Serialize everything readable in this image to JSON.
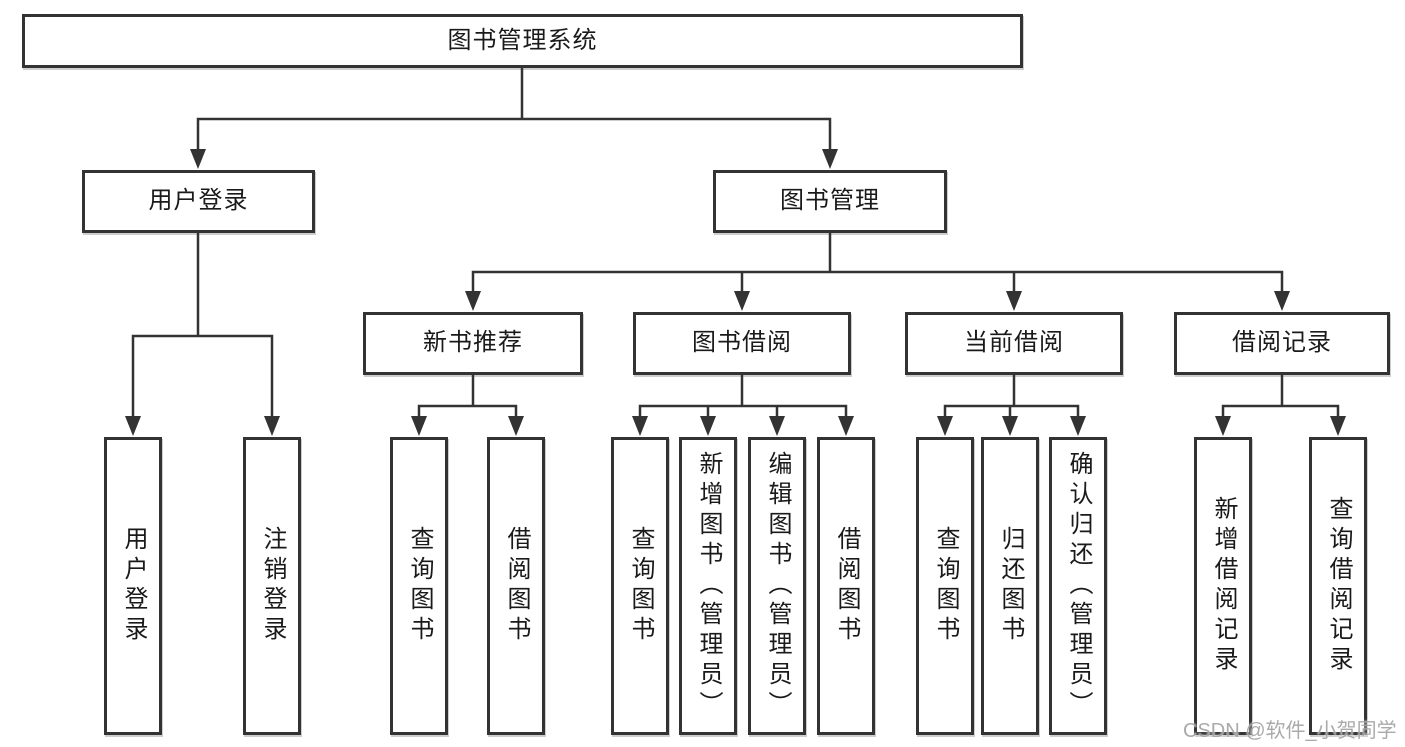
{
  "tree": {
    "root": "图书管理系统",
    "branches": [
      {
        "label": "用户登录",
        "children": [
          "用户登录",
          "注销登录"
        ]
      },
      {
        "label": "图书管理",
        "groups": [
          {
            "label": "新书推荐",
            "children": [
              "查询图书",
              "借阅图书"
            ]
          },
          {
            "label": "图书借阅",
            "children": [
              "查询图书",
              "新增图书（管理员）",
              "编辑图书（管理员）",
              "借阅图书"
            ]
          },
          {
            "label": "当前借阅",
            "children": [
              "查询图书",
              "归还图书",
              "确认归还（管理员）"
            ]
          },
          {
            "label": "借阅记录",
            "children": [
              "新增借阅记录",
              "查询借阅记录"
            ]
          }
        ]
      }
    ]
  },
  "watermark": "CSDN @软件_小贺同学",
  "colors": {
    "line": "#333333",
    "box_border": "#333333",
    "text": "#1a1a1a",
    "background": "#ffffff",
    "watermark": "#9e9e9e"
  }
}
